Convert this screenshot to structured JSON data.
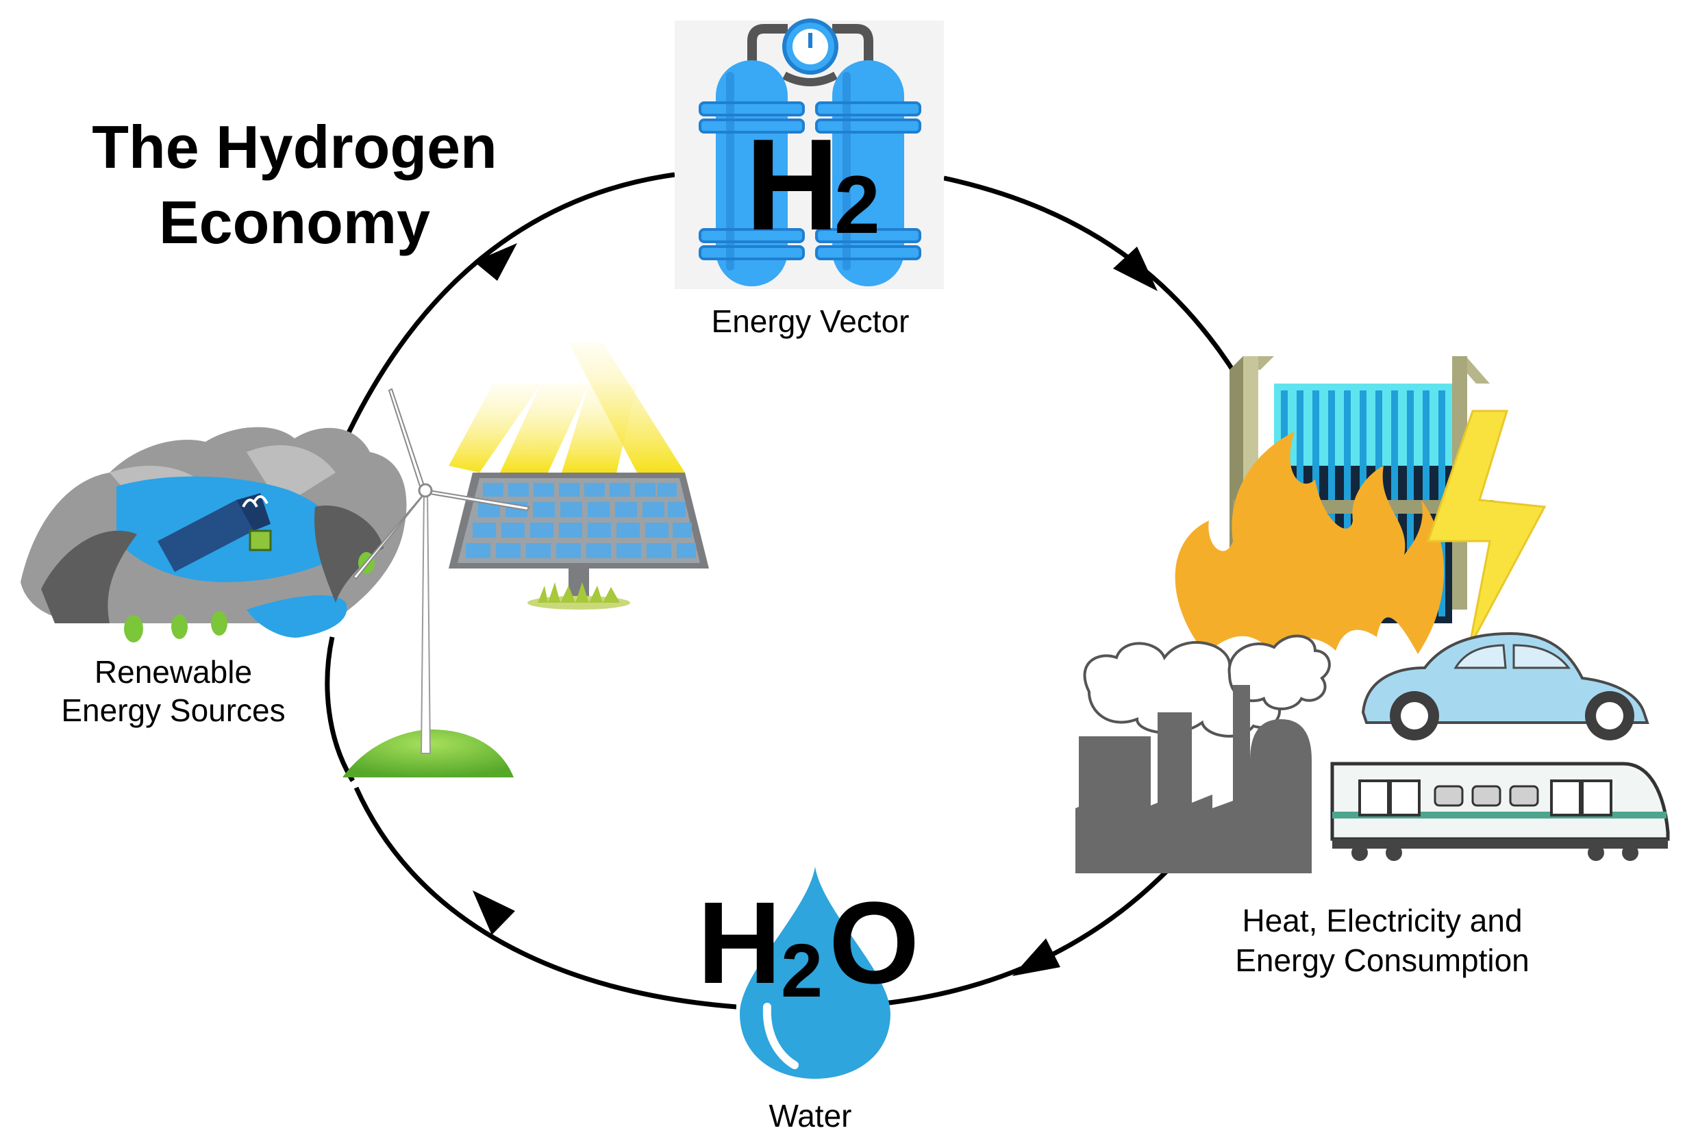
{
  "title": {
    "line1": "The Hydrogen",
    "line2": "Economy"
  },
  "nodes": {
    "energy_vector": {
      "label": "Energy Vector",
      "formula_main": "H",
      "formula_sub": "2",
      "icon": "hydrogen-tanks-icon"
    },
    "consumption": {
      "label_line1": "Heat, Electricity and",
      "label_line2": "Energy Consumption",
      "icons": [
        "fuel-cell-icon",
        "flame-icon",
        "lightning-icon",
        "factory-icon",
        "car-icon",
        "train-icon"
      ]
    },
    "water": {
      "label": "Water",
      "formula_h": "H",
      "formula_sub": "2",
      "formula_o": "O",
      "icon": "water-drop-icon"
    },
    "renewables": {
      "label_line1": "Renewable",
      "label_line2": "Energy Sources",
      "icons": [
        "hydro-dam-icon",
        "wind-turbine-icon",
        "solar-panel-icon"
      ]
    }
  },
  "colors": {
    "tank_blue": "#39a8f5",
    "tank_dark": "#1f7fd0",
    "water_blue": "#2ea5dc",
    "flame_orange": "#f5ae2a",
    "bolt_yellow": "#f9e23d",
    "car_blue": "#a6d9f0",
    "grass_green": "#7cc63a",
    "panel_blue": "#5aa9e3",
    "rock_grey": "#7b7b7b",
    "cycle_line": "#000000"
  },
  "cycle": {
    "direction": "clockwise",
    "arrow_count": 4
  }
}
